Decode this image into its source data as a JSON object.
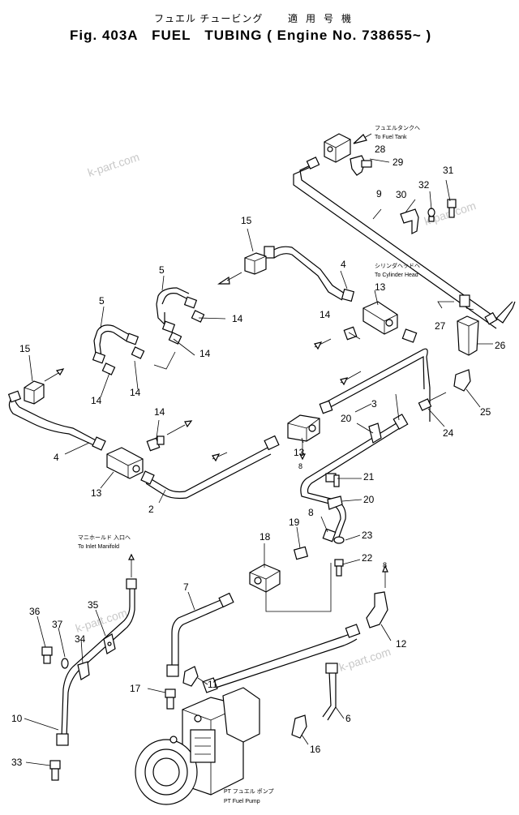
{
  "header": {
    "title_jp": "フュエル チュービング",
    "title_jp_applicability": "適用号機",
    "title_en": "Fig. 403A   FUEL   TUBING ( Engine No. 738655~ )"
  },
  "notes": {
    "to_fuel_tank_jp": "フュエルタンクへ",
    "to_fuel_tank_en": "To Fuel Tank",
    "to_cylinder_head_jp": "シリンダヘッドへ",
    "to_cylinder_head_en": "To Cylinder Head",
    "to_inlet_manifold_jp": "マニホールド 入口へ",
    "to_inlet_manifold_en": "To Inlet Manifold",
    "pt_fuel_pump_jp": "PT フュエル ポンプ",
    "pt_fuel_pump_en": "PT Fuel Pump"
  },
  "watermarks": [
    "k-part.com",
    "k-part.com",
    "k-part.com",
    "k-part.com"
  ],
  "callouts": {
    "c2": "2",
    "c3": "3",
    "c4a": "4",
    "c4b": "4",
    "c5a": "5",
    "c5b": "5",
    "c6": "6",
    "c7": "7",
    "c8a": "8",
    "c8b": "8",
    "c8c": "8",
    "c9": "9",
    "c10": "10",
    "c11": "11",
    "c12": "12",
    "c13a": "13",
    "c13b": "13",
    "c13c": "13",
    "c14a": "14",
    "c14b": "14",
    "c14c": "14",
    "c14d": "14",
    "c14e": "14",
    "c14f": "14",
    "c14g": "14",
    "c15a": "15",
    "c15b": "15",
    "c16": "16",
    "c17": "17",
    "c18": "18",
    "c19": "19",
    "c20a": "20",
    "c20b": "20",
    "c21": "21",
    "c22": "22",
    "c23": "23",
    "c24": "24",
    "c25": "25",
    "c26": "26",
    "c27": "27",
    "c28": "28",
    "c29": "29",
    "c30": "30",
    "c31": "31",
    "c32": "32",
    "c33": "33",
    "c34": "34",
    "c35": "35",
    "c36": "36",
    "c37": "37"
  }
}
